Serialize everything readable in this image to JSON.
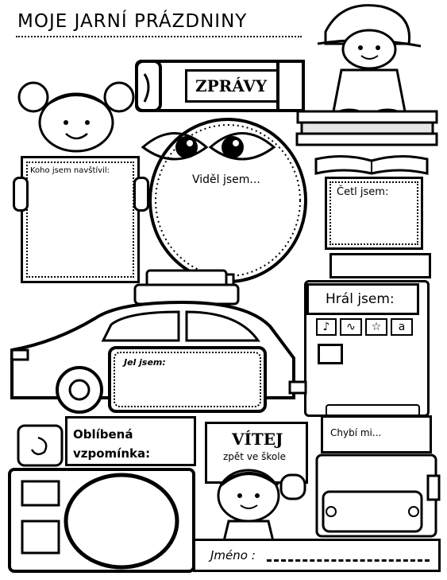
{
  "title": "MOJE JARNÍ PRÁZDNINY",
  "news_label": "ZPRÁVY",
  "sections": {
    "visited": "Koho jsem navštívil:",
    "saw": "Viděl jsem...",
    "read": "Četl jsem:",
    "played": "Hrál jsem:",
    "rode": "Jel jsem:",
    "memory_line1": "Oblíbená",
    "memory_line2": "vzpomínka:",
    "welcome": "VÍTEJ",
    "back_to_school": "zpět ve škole",
    "missed": "Chybí mi...",
    "name": "Jméno :"
  },
  "icon_colors": {
    "stroke": "#000000",
    "fill": "#ffffff",
    "shade": "#e6e6e6"
  }
}
